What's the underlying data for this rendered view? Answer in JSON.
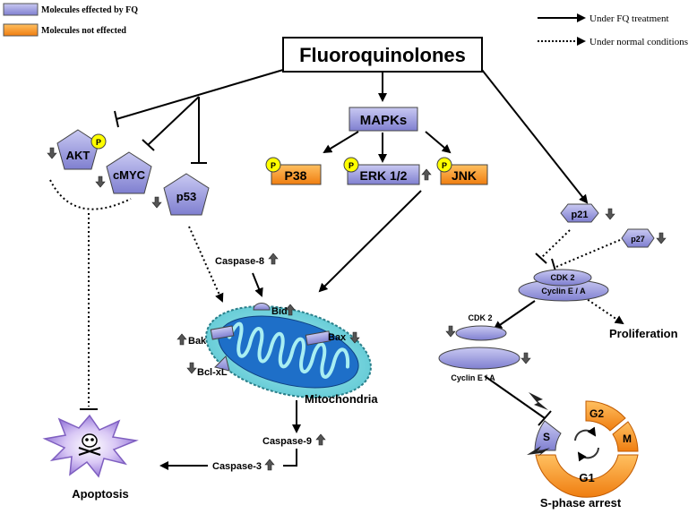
{
  "legend": {
    "affected_label": "Molecules effected by FQ",
    "not_affected_label": "Molecules not effected",
    "solid_label": "Under FQ treatment",
    "dotted_label": "Under normal conditions"
  },
  "colors": {
    "affected_fill": "#9999dd",
    "not_affected_fill": "#f28a1e",
    "phospho": "#ffff00",
    "mito_outer": "#7fd6de",
    "mito_inner": "#1e6fc8"
  },
  "title": "Fluoroquinolones",
  "nodes": {
    "akt": "AKT",
    "cmyc": "cMYC",
    "p53": "p53",
    "mapks": "MAPKs",
    "p38": "P38",
    "erk": "ERK 1/2",
    "jnk": "JNK",
    "p21": "p21",
    "p27": "p27",
    "cdk2_complex_top": "CDK 2",
    "cdk2_complex_bottom": "Cyclin E / A",
    "cdk2": "CDK 2",
    "cyclin": "Cyclin E / A",
    "phospho": "P"
  },
  "mito": {
    "caspase8": "Caspase-8",
    "bid": "Bid",
    "bak": "Bak",
    "bax": "Bax",
    "bclxl": "Bcl-xL",
    "label": "Mitochondria",
    "caspase9": "Caspase-9",
    "caspase3": "Caspase-3"
  },
  "outcomes": {
    "apoptosis": "Apoptosis",
    "proliferation": "Proliferation",
    "sphase": "S-phase arrest"
  },
  "cell_cycle": {
    "g1": "G1",
    "g2": "G2",
    "m": "M",
    "s": "S"
  }
}
